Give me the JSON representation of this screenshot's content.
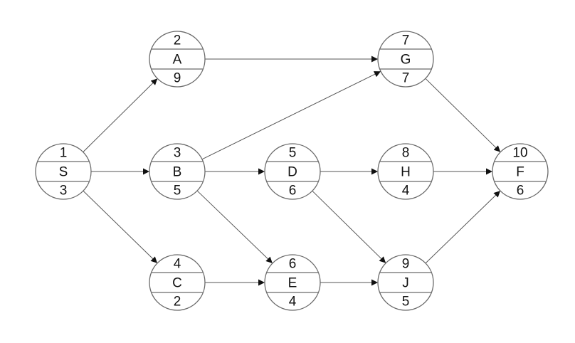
{
  "diagram": {
    "type": "network-activity-diagram",
    "nodes": [
      {
        "id": "S",
        "top": "1",
        "label": "S",
        "bottom": "3"
      },
      {
        "id": "A",
        "top": "2",
        "label": "A",
        "bottom": "9"
      },
      {
        "id": "B",
        "top": "3",
        "label": "B",
        "bottom": "5"
      },
      {
        "id": "C",
        "top": "4",
        "label": "C",
        "bottom": "2"
      },
      {
        "id": "D",
        "top": "5",
        "label": "D",
        "bottom": "6"
      },
      {
        "id": "E",
        "top": "6",
        "label": "E",
        "bottom": "4"
      },
      {
        "id": "G",
        "top": "7",
        "label": "G",
        "bottom": "7"
      },
      {
        "id": "H",
        "top": "8",
        "label": "H",
        "bottom": "4"
      },
      {
        "id": "J",
        "top": "9",
        "label": "J",
        "bottom": "5"
      },
      {
        "id": "F",
        "top": "10",
        "label": "F",
        "bottom": "6"
      }
    ],
    "edges": [
      {
        "from": "S",
        "to": "A"
      },
      {
        "from": "S",
        "to": "B"
      },
      {
        "from": "S",
        "to": "C"
      },
      {
        "from": "A",
        "to": "G"
      },
      {
        "from": "B",
        "to": "G"
      },
      {
        "from": "B",
        "to": "D"
      },
      {
        "from": "B",
        "to": "E"
      },
      {
        "from": "C",
        "to": "E"
      },
      {
        "from": "D",
        "to": "H"
      },
      {
        "from": "D",
        "to": "J"
      },
      {
        "from": "E",
        "to": "J"
      },
      {
        "from": "G",
        "to": "F"
      },
      {
        "from": "H",
        "to": "F"
      },
      {
        "from": "J",
        "to": "F"
      }
    ]
  }
}
